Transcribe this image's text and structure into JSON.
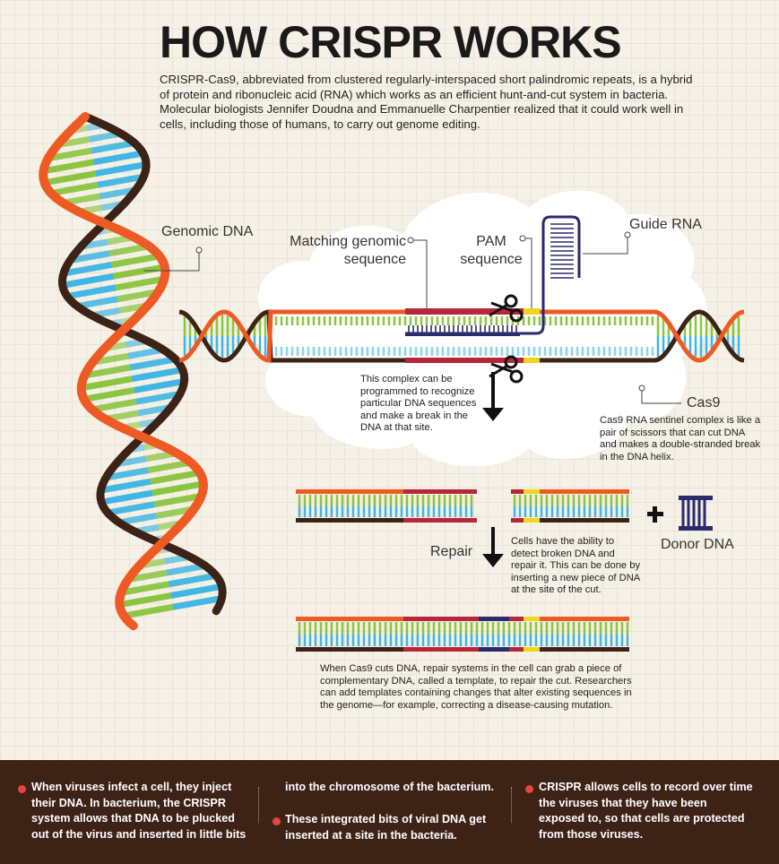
{
  "header": {
    "title": "HOW CRISPR WORKS",
    "intro": "CRISPR-Cas9, abbreviated from clustered regularly-interspaced short palindromic repeats, is a hybrid of protein and ribonucleic acid (RNA) which works as an efficient hunt-and-cut system in bacteria. Molecular biologists Jennifer Doudna and Emmanuelle Charpentier realized that it could work well in cells, including those of humans, to carry out genome editing."
  },
  "labels": {
    "genomic_dna": "Genomic DNA",
    "matching_line1": "Matching genomic",
    "matching_line2": "sequence",
    "pam_line1": "PAM",
    "pam_line2": "sequence",
    "guide_rna": "Guide RNA",
    "cas9": "Cas9",
    "repair": "Repair",
    "donor_dna": "Donor DNA"
  },
  "captions": {
    "complex": "This complex can be programmed to recognize particular DNA sequences and make a break in the DNA at that site.",
    "cas9_desc": "Cas9 RNA sentinel complex is like a pair of scissors that can cut DNA and makes a double-stranded break in the DNA helix.",
    "repair_desc": "Cells have the ability to detect broken DNA and repair it. This can be done by inserting a new piece of DNA at the site of the cut.",
    "template": "When Cas9 cuts DNA, repair systems in the cell can grab a piece of complementary DNA, called a template, to repair the cut. Researchers can add templates containing changes that alter existing sequences in the genome—for example, correcting a disease-causing mutation."
  },
  "footer": {
    "col1": "When viruses infect a cell, they inject their DNA. In bacterium, the CRISPR system allows that DNA to be plucked out of the virus and inserted in little bits",
    "col2a": "into the chromosome of the bacterium.",
    "col2b": "These integrated bits of viral DNA get inserted at a site in the bacteria.",
    "col3": "CRISPR allows cells to record over time the viruses that they have been exposed to, so that cells are protected from those viruses."
  },
  "colors": {
    "orange": "#ee5a24",
    "dark_brown": "#3d2316",
    "red_segment": "#b8263a",
    "navy": "#2b2a6c",
    "yellow": "#f2d61e",
    "green": "#8bc540",
    "light_blue": "#3fb6e3",
    "bullet_red": "#e9453b"
  }
}
